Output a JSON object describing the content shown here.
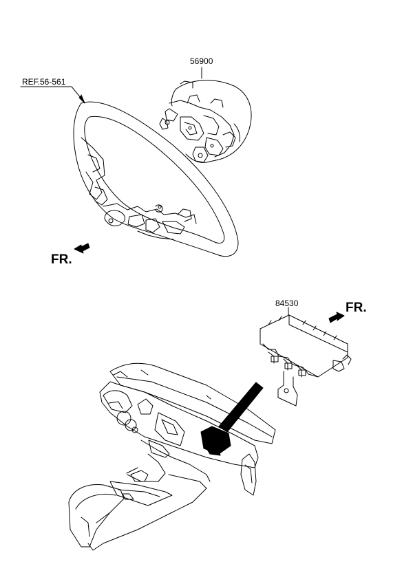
{
  "labels": {
    "ref": "REF.56-561",
    "airbag_driver": "56900",
    "airbag_passenger": "84530",
    "front_top": "FR.",
    "front_bottom": "FR."
  },
  "icons": {
    "arrow_top": "front-direction-arrow-icon",
    "arrow_bottom": "front-direction-arrow-icon"
  }
}
